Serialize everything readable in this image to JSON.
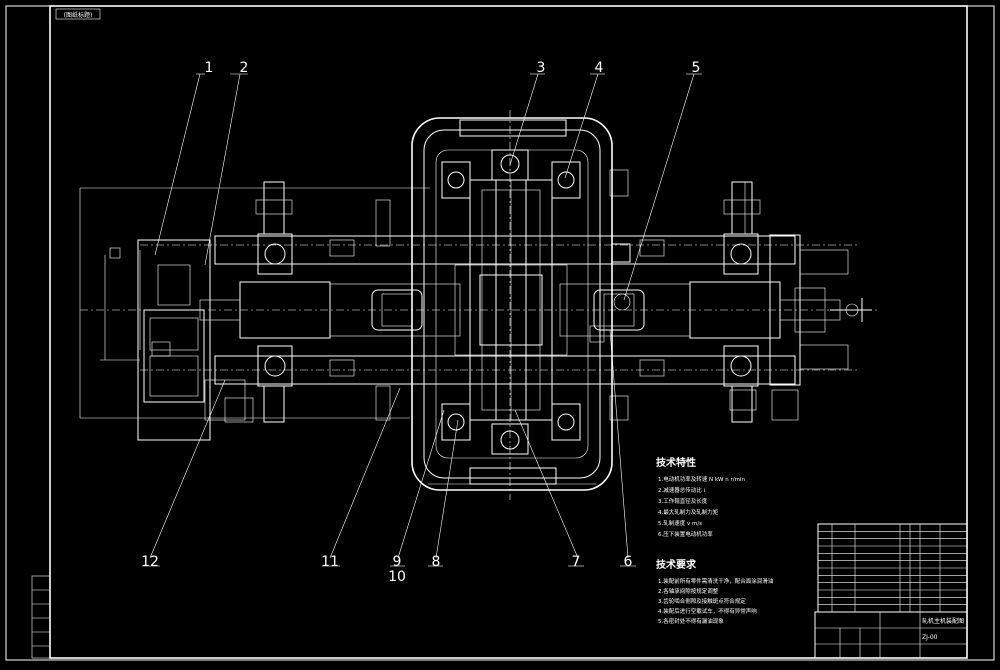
{
  "drawing": {
    "corner_tag": "(图纸标题)",
    "part_callouts": [
      "1",
      "2",
      "3",
      "4",
      "5",
      "6",
      "7",
      "8",
      "9",
      "10",
      "11",
      "12"
    ]
  },
  "notes": {
    "heading_1": "技术特性",
    "lines_1": [
      "1.电动机功率及转速 N  kW  n  r/min",
      "2.减速器总传动比  i",
      "3.工作辊直径及长度",
      "4.最大轧制力及轧制力矩",
      "5.轧制速度  v  m/s",
      "6.压下装置电动机功率"
    ],
    "heading_2": "技术要求",
    "lines_2": [
      "1.装配前所有零件需清洗干净，配合面涂润滑油",
      "2.各轴承间隙按规定调整",
      "3.齿轮啮合侧隙及接触斑点符合规定",
      "4.装配后进行空载试车，不得有异常声响",
      "5.各密封处不得有漏油现象"
    ]
  },
  "title_block": {
    "drawing_title": "轧机主机装配图",
    "drawing_no": "ZJ-00"
  },
  "colors": {
    "background": "#000000",
    "lines": "#ffffff"
  }
}
